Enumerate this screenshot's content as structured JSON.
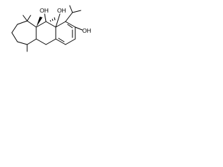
{
  "diagram": {
    "kind": "skeletal-structure",
    "labels": {
      "hydroxyl_top_left": "OH",
      "hydroxyl_top_right": "OH",
      "hydroxyl_right": "OH"
    },
    "stereo_hydrogens_shown": true,
    "colors": {
      "bond": "#000000",
      "text": "#000000",
      "background": "#ffffff"
    }
  }
}
